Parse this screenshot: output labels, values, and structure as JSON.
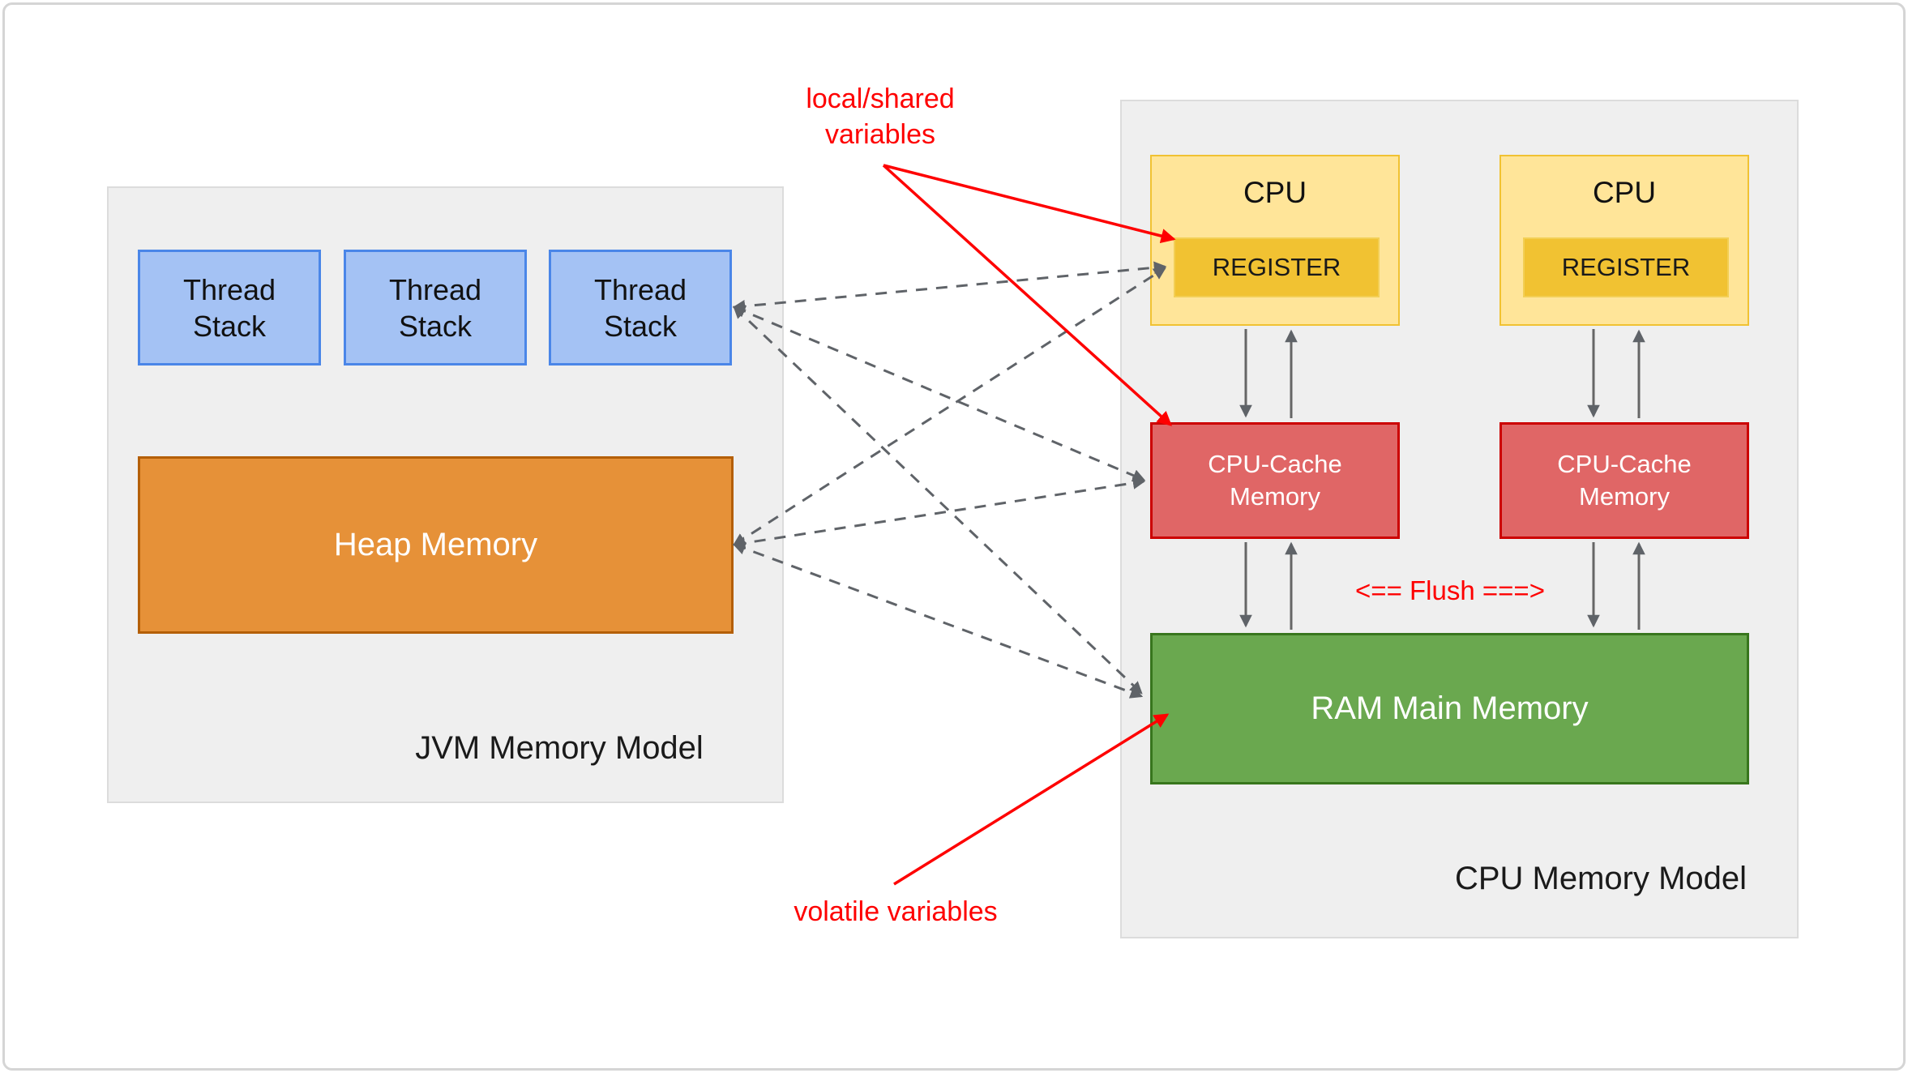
{
  "diagram": {
    "jvm": {
      "title": "JVM Memory Model",
      "stacks": [
        "Thread Stack",
        "Thread Stack",
        "Thread Stack"
      ],
      "heap": "Heap Memory"
    },
    "cpu": {
      "title": "CPU Memory Model",
      "units": [
        {
          "cpu_label": "CPU",
          "register_label": "REGISTER",
          "cache_label": "CPU-Cache Memory"
        },
        {
          "cpu_label": "CPU",
          "register_label": "REGISTER",
          "cache_label": "CPU-Cache Memory"
        }
      ],
      "ram": "RAM Main Memory"
    },
    "annotations": {
      "local_shared_line1": "local/shared",
      "local_shared_line2": "variables",
      "volatile": "volatile variables",
      "flush": "<== Flush ===>"
    },
    "colors": {
      "panel_fill": "#efefef",
      "thread_fill": "#a4c2f4",
      "thread_border": "#4a86e8",
      "heap_fill": "#e69138",
      "heap_border": "#b45f06",
      "cpu_fill": "#ffe599",
      "cpu_border": "#f1c232",
      "register_fill": "#f1c232",
      "cache_fill": "#e06666",
      "cache_border": "#cc0000",
      "ram_fill": "#6aa84f",
      "ram_border": "#38761d",
      "annotation_red": "#fe0000",
      "arrow_grey": "#5f6368"
    }
  }
}
